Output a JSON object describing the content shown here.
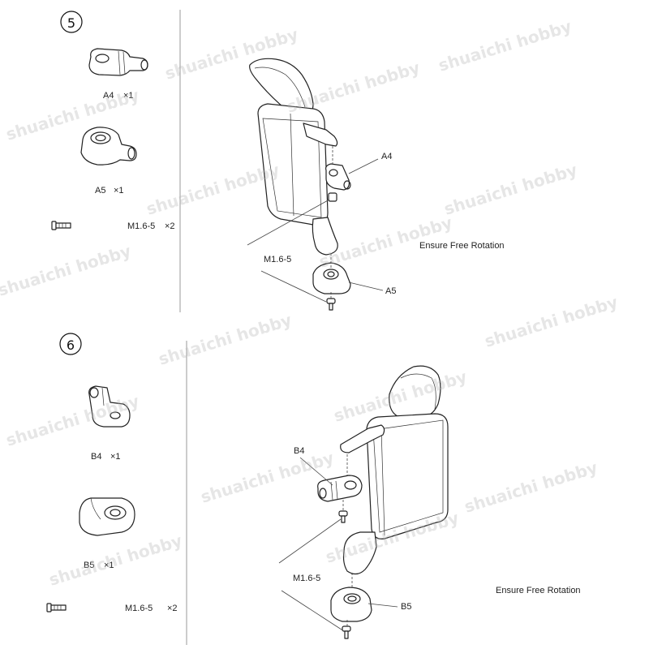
{
  "watermark": "shuaichi hobby",
  "step5": {
    "number": "⑤",
    "parts": [
      {
        "code": "A4",
        "qty": "×1"
      },
      {
        "code": "A5",
        "qty": "×1"
      },
      {
        "code": "M1.6-5",
        "qty": "×2"
      }
    ],
    "callouts": {
      "a4": "A4",
      "screw": "M1.6-5",
      "a5": "A5"
    },
    "note": "Ensure Free Rotation"
  },
  "step6": {
    "number": "⑥",
    "parts": [
      {
        "code": "B4",
        "qty": "×1"
      },
      {
        "code": "B5",
        "qty": "×1"
      },
      {
        "code": "M1.6-5",
        "qty": "×2"
      }
    ],
    "callouts": {
      "b4": "B4",
      "screw": "M1.6-5",
      "b5": "B5"
    },
    "note": "Ensure Free Rotation"
  }
}
